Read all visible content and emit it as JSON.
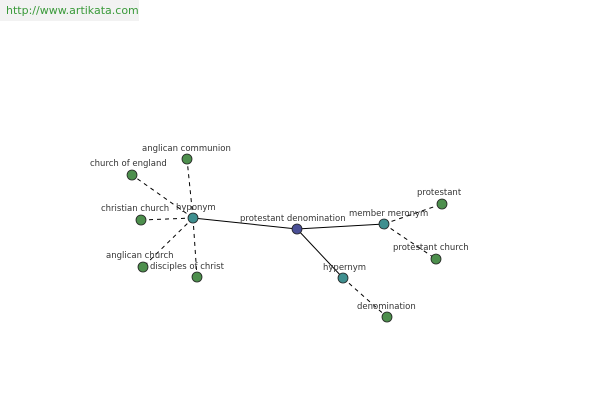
{
  "watermark": "http://www.artikata.com",
  "colors": {
    "root": "#4a4f96",
    "relation": "#3f8f8f",
    "leaf": "#4d8f4d",
    "stroke": "#222222",
    "edge": "#000000"
  },
  "graph": {
    "nodes": [
      {
        "id": "root",
        "label": "protestant denomination",
        "kind": "root"
      },
      {
        "id": "rel-hyponym",
        "label": "hyponym",
        "kind": "relation"
      },
      {
        "id": "rel-member-meronym",
        "label": "member meronym",
        "kind": "relation"
      },
      {
        "id": "rel-hypernym",
        "label": "hypernym",
        "kind": "relation"
      },
      {
        "id": "anglican-communion",
        "label": "anglican communion",
        "kind": "leaf"
      },
      {
        "id": "church-of-england",
        "label": "church of england",
        "kind": "leaf"
      },
      {
        "id": "christian-church",
        "label": "christian church",
        "kind": "leaf"
      },
      {
        "id": "anglican-church",
        "label": "anglican church",
        "kind": "leaf"
      },
      {
        "id": "disciples-of-christ",
        "label": "disciples of christ",
        "kind": "leaf"
      },
      {
        "id": "protestant",
        "label": "protestant",
        "kind": "leaf"
      },
      {
        "id": "protestant-church",
        "label": "protestant church",
        "kind": "leaf"
      },
      {
        "id": "denomination",
        "label": "denomination",
        "kind": "leaf"
      }
    ],
    "edges": [
      {
        "from": "root",
        "to": "rel-hyponym",
        "style": "solid"
      },
      {
        "from": "root",
        "to": "rel-member-meronym",
        "style": "solid"
      },
      {
        "from": "root",
        "to": "rel-hypernym",
        "style": "solid"
      },
      {
        "from": "rel-hyponym",
        "to": "anglican-communion",
        "style": "dashed"
      },
      {
        "from": "rel-hyponym",
        "to": "church-of-england",
        "style": "dashed"
      },
      {
        "from": "rel-hyponym",
        "to": "christian-church",
        "style": "dashed"
      },
      {
        "from": "rel-hyponym",
        "to": "anglican-church",
        "style": "dashed"
      },
      {
        "from": "rel-hyponym",
        "to": "disciples-of-christ",
        "style": "dashed"
      },
      {
        "from": "rel-member-meronym",
        "to": "protestant",
        "style": "dashed"
      },
      {
        "from": "rel-member-meronym",
        "to": "protestant-church",
        "style": "dashed"
      },
      {
        "from": "rel-hypernym",
        "to": "denomination",
        "style": "dashed"
      }
    ]
  }
}
